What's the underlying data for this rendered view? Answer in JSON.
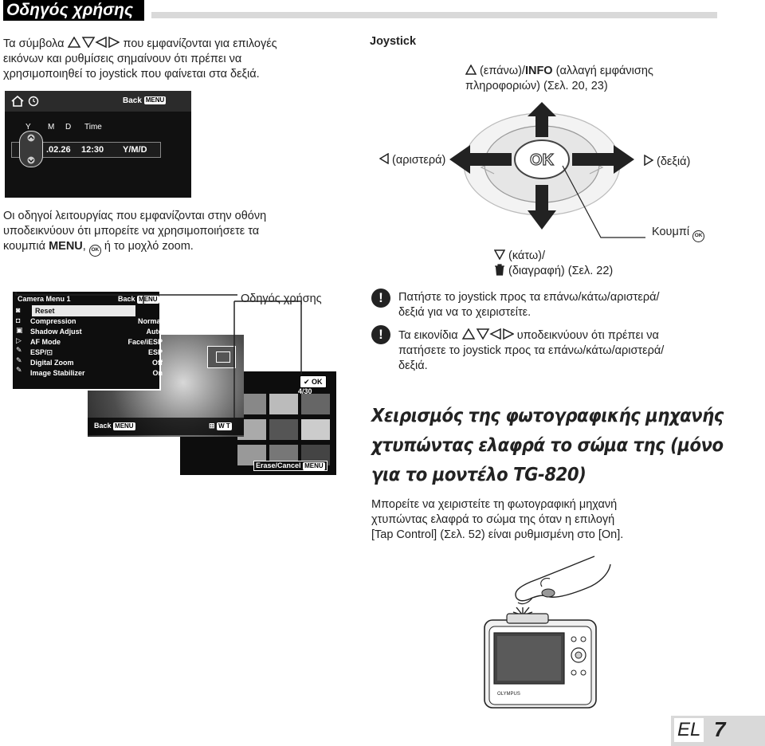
{
  "header": {
    "title": "Οδηγός χρήσης"
  },
  "intro": {
    "line1a": "Τα σύμβολα",
    "line1b": "που εμφανίζονται για επιλογές",
    "line2": "εικόνων και ρυθμίσεις σημαίνουν ότι πρέπει να",
    "line3": "χρησιμοποιηθεί το joystick που φαίνεται στα δεξιά."
  },
  "date_screen": {
    "back": "Back",
    "menu_btn": "MENU",
    "cols": [
      "Y",
      "M",
      "D",
      "Time"
    ],
    "date": ".02.26",
    "time": "12:30",
    "format": "Y/M/D"
  },
  "guides_text": {
    "line1": "Οι οδηγοί λειτουργίας που εμφανίζονται στην οθόνη",
    "line2": "υποδεικνύουν ότι μπορείτε να χρησιμοποιήσετε τα",
    "line3a": "κουμπιά",
    "line3b": "MENU",
    "line3c": ",",
    "line3d": "ή το μοχλό zoom."
  },
  "menu_screen": {
    "title": "Camera Menu 1",
    "back": "Back",
    "menu_btn": "MENU",
    "rows": [
      {
        "k": "Reset",
        "v": ""
      },
      {
        "k": "Compression",
        "v": "Normal"
      },
      {
        "k": "Shadow Adjust",
        "v": "Auto"
      },
      {
        "k": "AF Mode",
        "v": "Face/iESP"
      },
      {
        "k": "ESP/",
        "v": "ESP"
      },
      {
        "k": "Digital Zoom",
        "v": "Off"
      },
      {
        "k": "Image Stabilizer",
        "v": "On"
      }
    ]
  },
  "photo_screen": {
    "back": "Back",
    "menu_btn": "MENU",
    "wt": "W T"
  },
  "thumb_screen": {
    "ok": "OK",
    "counter": "4/30",
    "erase": "Erase/Cancel",
    "menu_btn": "MENU"
  },
  "guide_label": "Οδηγός χρήσης",
  "joystick": {
    "title": "Joystick",
    "up_a": "(επάνω)/",
    "up_b": "INFO",
    "up_c": "(αλλαγή εμφάνισης",
    "up_d": "πληροφοριών) (Σελ. 20, 23)",
    "left": "(αριστερά)",
    "right": "(δεξιά)",
    "ok_button": "Κουμπί",
    "down_a": "(κάτω)/",
    "down_b": "(διαγραφή) (Σελ. 22)",
    "ok": "OK"
  },
  "notes": {
    "n1a": "Πατήστε το joystick προς τα επάνω/κάτω/αριστερά/",
    "n1b": "δεξιά για να το χειριστείτε.",
    "n2a": "Τα εικονίδια",
    "n2b": "υποδεικνύουν ότι πρέπει να",
    "n2c": "πατήσετε το joystick προς τα επάνω/κάτω/αριστερά/",
    "n2d": "δεξιά."
  },
  "section": {
    "title1": "Χειρισμός της φωτογραφικής μηχανής",
    "title2": "χτυπώντας ελαφρά το σώμα της (μόνο",
    "title3": "για το μοντέλο TG-820)",
    "p1": "Μπορείτε να χειριστείτε τη φωτογραφική μηχανή",
    "p2": "χτυπώντας ελαφρά το σώμα της όταν η επιλογή",
    "p3": "[Tap Control] (Σελ. 52) είναι ρυθμισμένη στο [On]."
  },
  "footer": {
    "lang": "EL",
    "page": "7"
  }
}
